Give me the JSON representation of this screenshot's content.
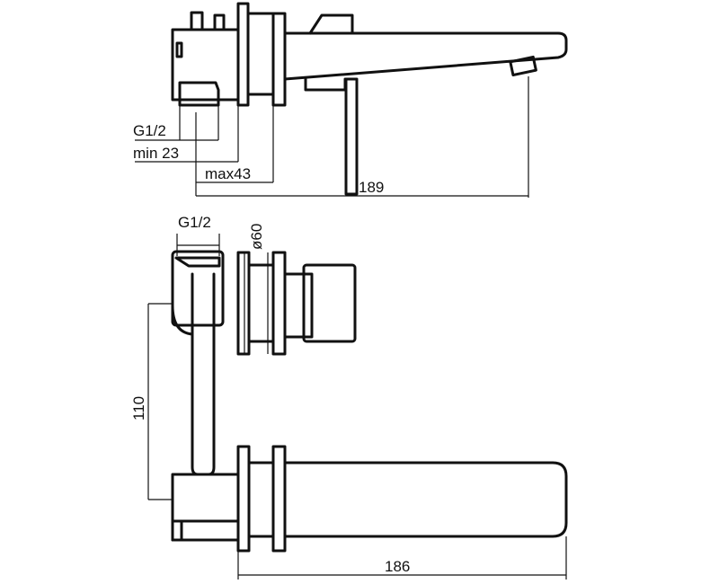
{
  "top_view": {
    "thread_label": "G1/2",
    "min_label": "min 23",
    "max_label": "max43",
    "spout_length_label": "189"
  },
  "bottom_view": {
    "thread_label": "G1/2",
    "diameter_label": "ø60",
    "height_label": "110",
    "spout_length_label": "186"
  }
}
